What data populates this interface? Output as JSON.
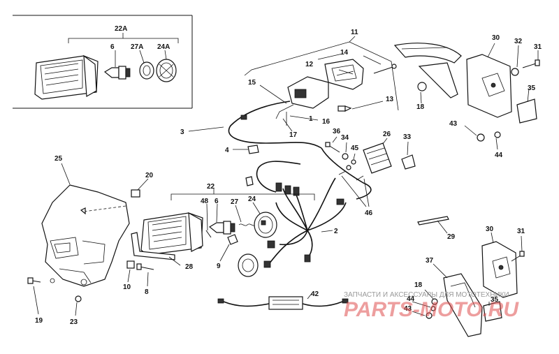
{
  "labels": {
    "p22A": "22A",
    "p6a": "6",
    "p27A": "27A",
    "p24A": "24A",
    "p11": "11",
    "p14": "14",
    "p12": "12",
    "p15": "15",
    "p13": "13",
    "p16": "16",
    "p1": "1",
    "p17": "17",
    "p3": "3",
    "p36": "36",
    "p34": "34",
    "p45": "45",
    "p26": "26",
    "p33": "33",
    "p4": "4",
    "p30a": "30",
    "p32": "32",
    "p31a": "31",
    "p35a": "35",
    "p18a": "18",
    "p43a": "43",
    "p44a": "44",
    "p25": "25",
    "p20": "20",
    "p22": "22",
    "p48": "48",
    "p6b": "6",
    "p27": "27",
    "p24": "24",
    "p46": "46",
    "p2": "2",
    "p29": "29",
    "p9": "9",
    "p28": "28",
    "p10": "10",
    "p8": "8",
    "p19": "19",
    "p23": "23",
    "p42": "42",
    "p30b": "30",
    "p31b": "31",
    "p37": "37",
    "p18b": "18",
    "p44b": "44",
    "p43b": "43",
    "p35b": "35"
  },
  "watermark": {
    "text": "ЗАПЧАСТИ И АКСЕССУАРЫ ДЛЯ МОТОТЕХНИКИ",
    "logo": "PARTS-MOTO.RU"
  }
}
